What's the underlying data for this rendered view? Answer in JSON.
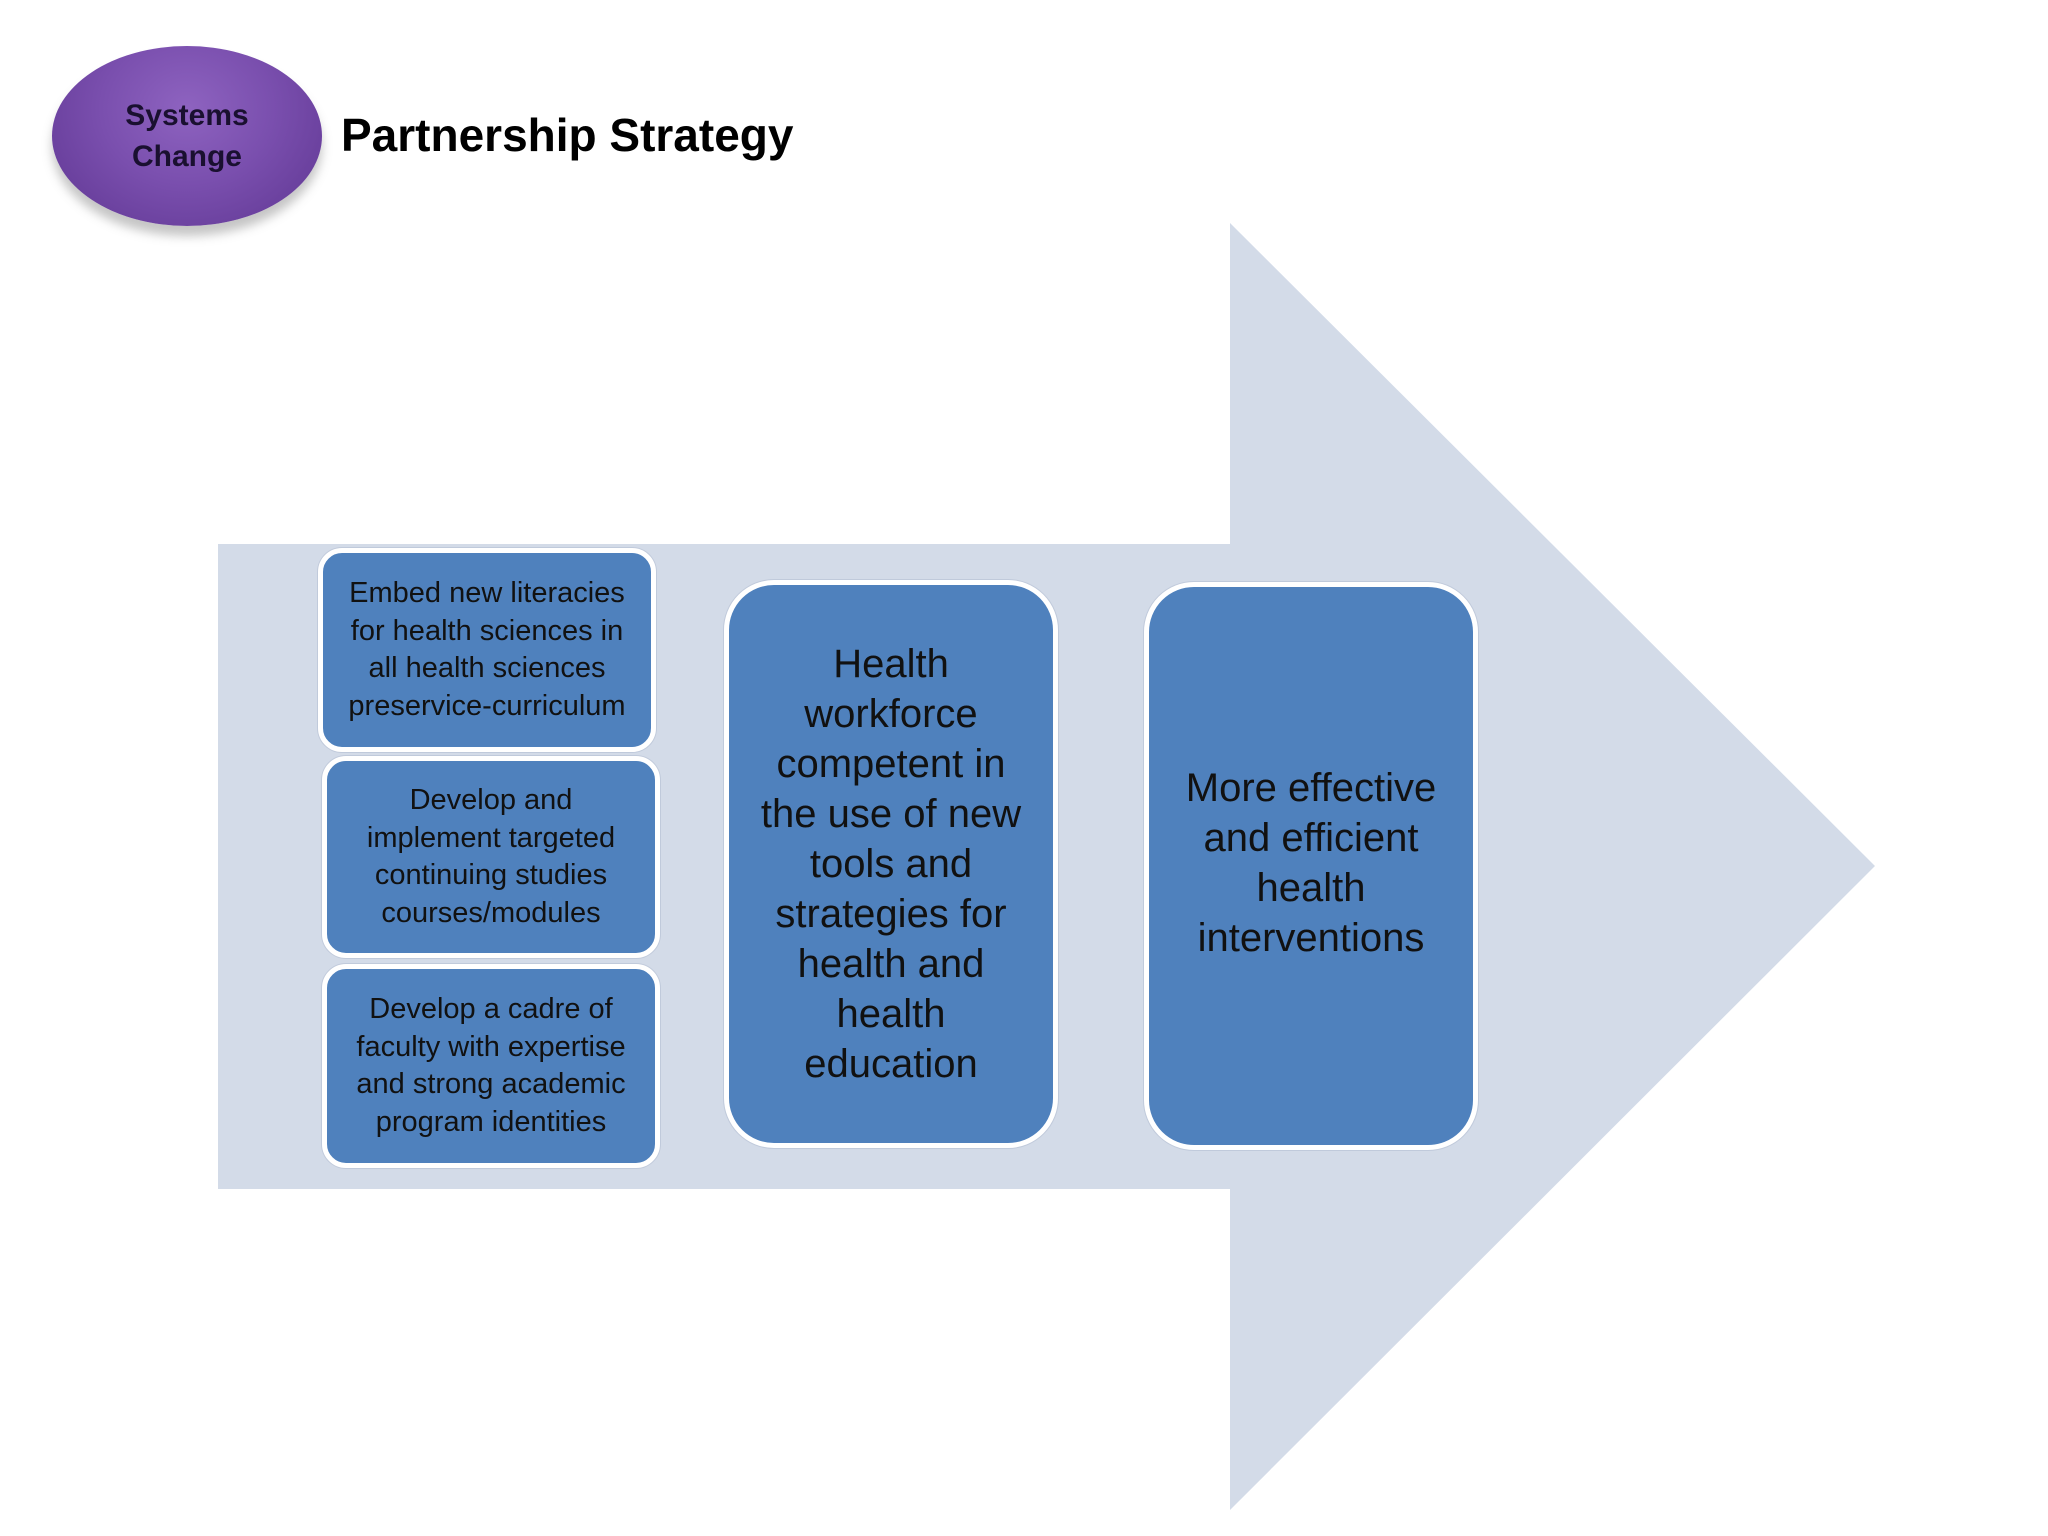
{
  "badge": {
    "label": "Systems Change"
  },
  "title": "Partnership Strategy",
  "colors": {
    "arrow": "#d3dbe8",
    "box_fill": "#4f81bd",
    "box_border": "#ffffff",
    "badge": "#7a4fae"
  },
  "inputs": [
    {
      "text": "Embed new literacies for health sciences in all health sciences preservice-curriculum"
    },
    {
      "text": "Develop and implement targeted continuing studies courses/modules"
    },
    {
      "text": "Develop a cadre of faculty with expertise and strong academic program identities"
    }
  ],
  "outcome": {
    "text": "Health workforce competent in the use of new tools and strategies for health and health education"
  },
  "impact": {
    "text": "More effective and efficient health interventions"
  }
}
